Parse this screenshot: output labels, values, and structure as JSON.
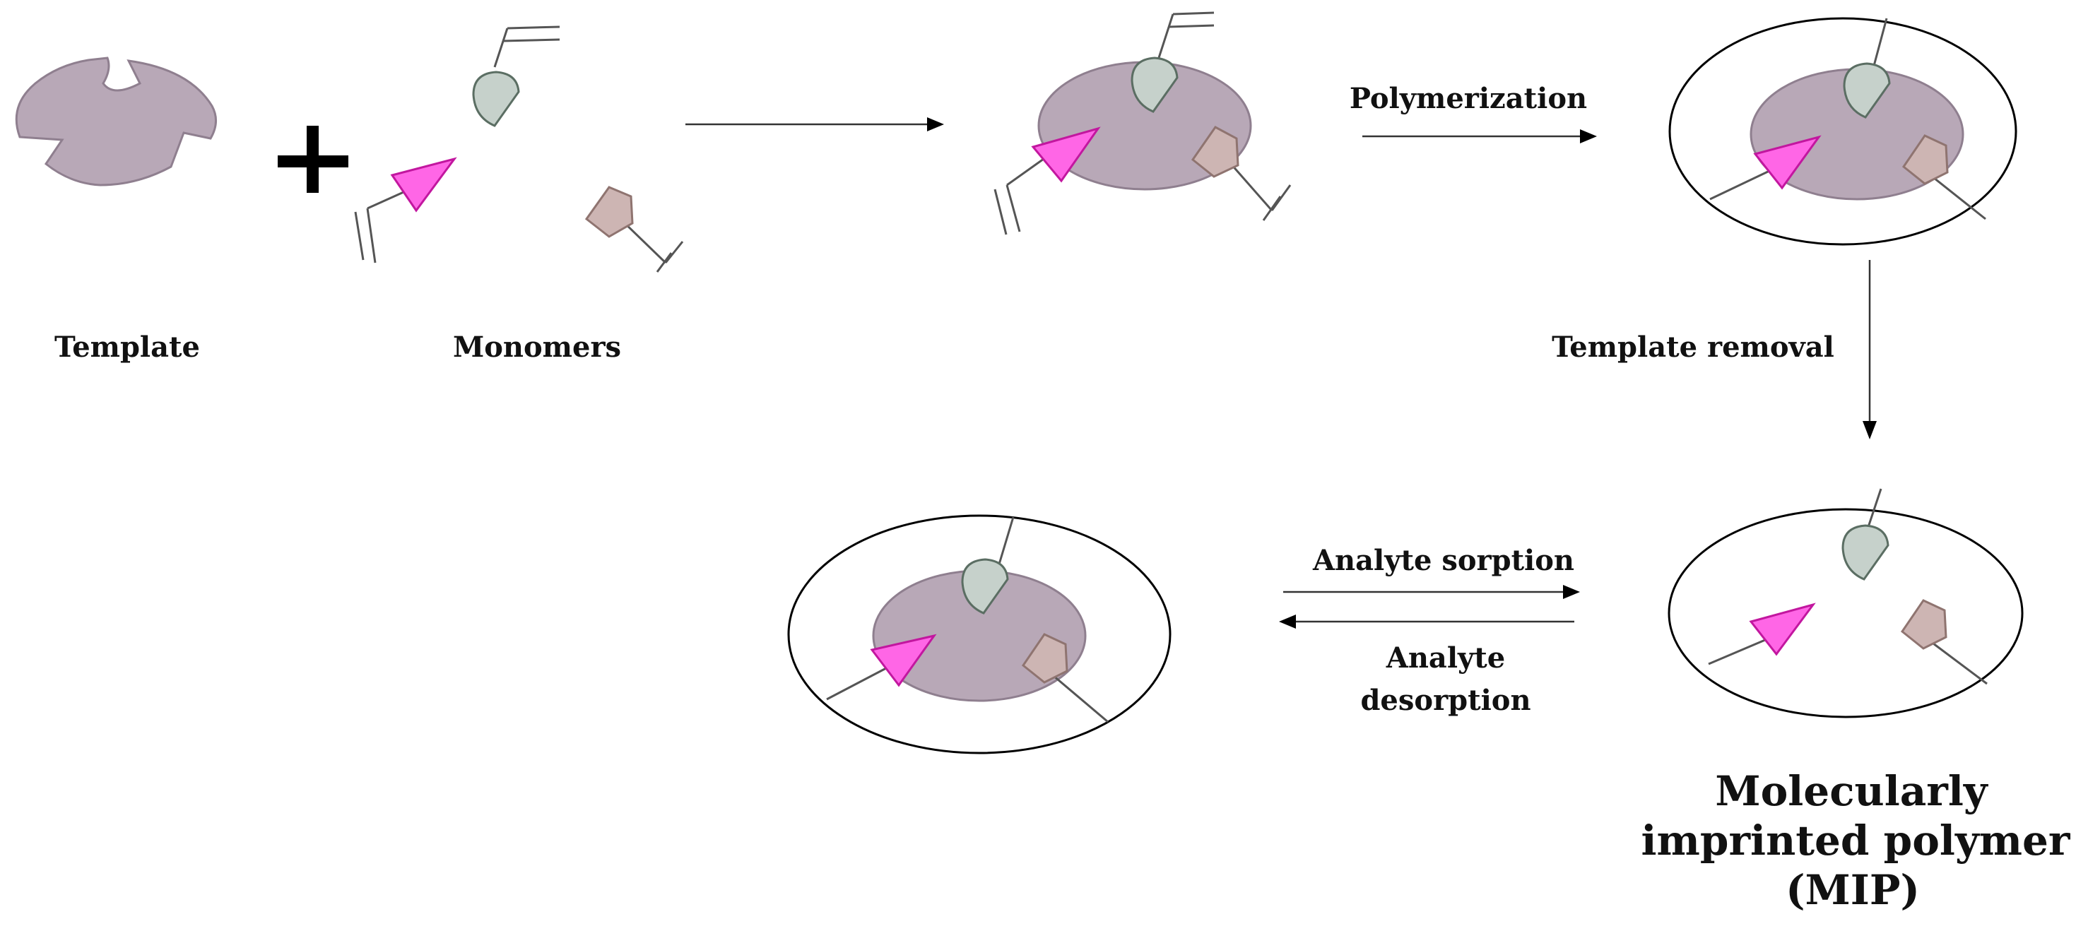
{
  "colors": {
    "template_fill": "#b8a8b7",
    "template_stroke": "#8f7f8f",
    "drop_fill": "#c6d1cb",
    "drop_stroke": "#5b6e63",
    "triangle_fill": "#ff66e6",
    "triangle_stroke": "#c2179f",
    "pentagon_fill": "#cdb5b3",
    "pentagon_stroke": "#8f7470",
    "line": "#444444",
    "ellipse_stroke": "#000000",
    "text": "#111111"
  },
  "icons": {
    "template": "template-shape-icon",
    "plus": "plus-icon",
    "drop_monomer": "drop-monomer-icon",
    "triangle_monomer": "triangle-monomer-icon",
    "pentagon_monomer": "pentagon-monomer-icon",
    "arrow": "arrow-icon"
  },
  "labels": {
    "template": "Template",
    "monomers": "Monomers",
    "polymerization": "Polymerization",
    "template_removal": "Template removal",
    "analyte_sorption": "Analyte sorption",
    "analyte_desorption_line1": "Analyte",
    "analyte_desorption_line2": "desorption",
    "mip_line1": "Molecularly",
    "mip_line2": "imprinted polymer",
    "mip_line3": "(MIP)"
  }
}
